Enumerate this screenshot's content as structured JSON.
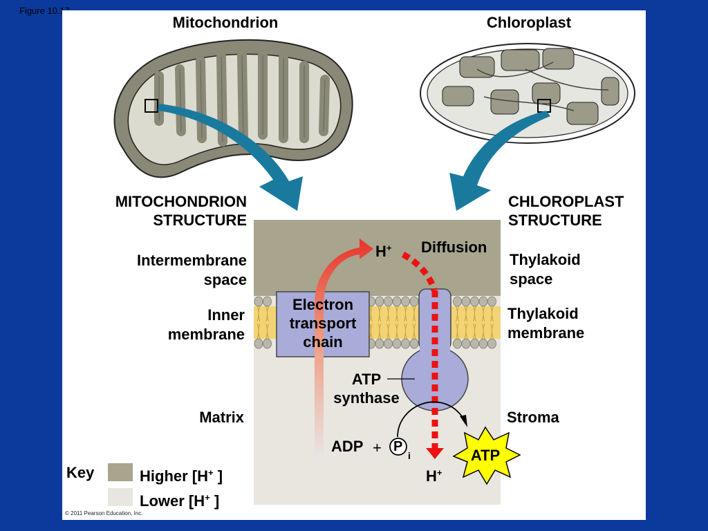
{
  "figure_label": "Figure 10.17",
  "titles": {
    "mitochondrion": "Mitochondrion",
    "chloroplast": "Chloroplast"
  },
  "mito_structure": {
    "line1": "MITOCHONDRION",
    "line2": "STRUCTURE"
  },
  "chloro_structure": {
    "line1": "CHLOROPLAST",
    "line2": "STRUCTURE"
  },
  "mito_labels": {
    "intermembrane_1": "Intermembrane",
    "intermembrane_2": "space",
    "inner_1": "Inner",
    "inner_2": "membrane",
    "matrix": "Matrix"
  },
  "chloro_labels": {
    "thylakoid_space_1": "Thylakoid",
    "thylakoid_space_2": "space",
    "thylakoid_membrane_1": "Thylakoid",
    "thylakoid_membrane_2": "membrane",
    "stroma": "Stroma"
  },
  "center": {
    "h_plus_top": "H",
    "plus": "+",
    "diffusion": "Diffusion",
    "etc_1": "Electron",
    "etc_2": "transport",
    "etc_3": "chain",
    "atp_synthase_1": "ATP",
    "atp_synthase_2": "synthase",
    "adp": "ADP",
    "plus_sign": "+",
    "p": "P",
    "i": "i",
    "atp": "ATP",
    "h_plus_bottom": "H"
  },
  "key": {
    "title": "Key",
    "higher": "Higher [H",
    "lower": "Lower [H",
    "close": " ]",
    "plus": "+",
    "higher_color": "#a8a48e",
    "lower_color": "#e8e6df"
  },
  "copyright": "© 2011 Pearson Education, Inc."
}
